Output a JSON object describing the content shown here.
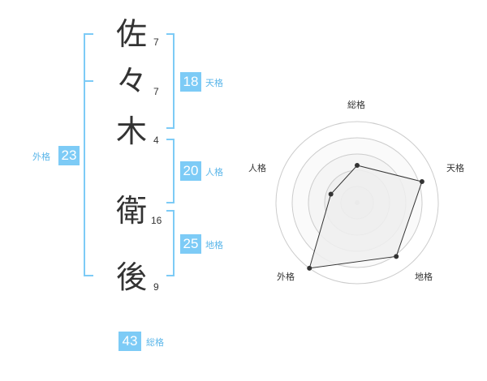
{
  "name": {
    "characters": [
      {
        "char": "佐",
        "strokes": "7"
      },
      {
        "char": "々",
        "strokes": "7"
      },
      {
        "char": "木",
        "strokes": "4"
      },
      {
        "char": "衛",
        "strokes": "16"
      },
      {
        "char": "後",
        "strokes": "9"
      }
    ]
  },
  "kaku": {
    "tenkaku": {
      "value": "18",
      "label": "天格"
    },
    "jinkaku": {
      "value": "20",
      "label": "人格"
    },
    "chikaku": {
      "value": "25",
      "label": "地格"
    },
    "gaikaku": {
      "value": "23",
      "label": "外格"
    },
    "soukaku": {
      "value": "43",
      "label": "総格"
    }
  },
  "colors": {
    "accent": "#7dcbf6",
    "bracket": "#7dcbf6",
    "text": "#333333",
    "radar_fill": "#eeeeee"
  },
  "chart_data": {
    "type": "radar",
    "axes": [
      "総格",
      "天格",
      "地格",
      "外格",
      "人格"
    ],
    "max": 5,
    "values": [
      2.3,
      4.2,
      4.1,
      5.0,
      1.7
    ],
    "grid": true,
    "rings": 5
  }
}
